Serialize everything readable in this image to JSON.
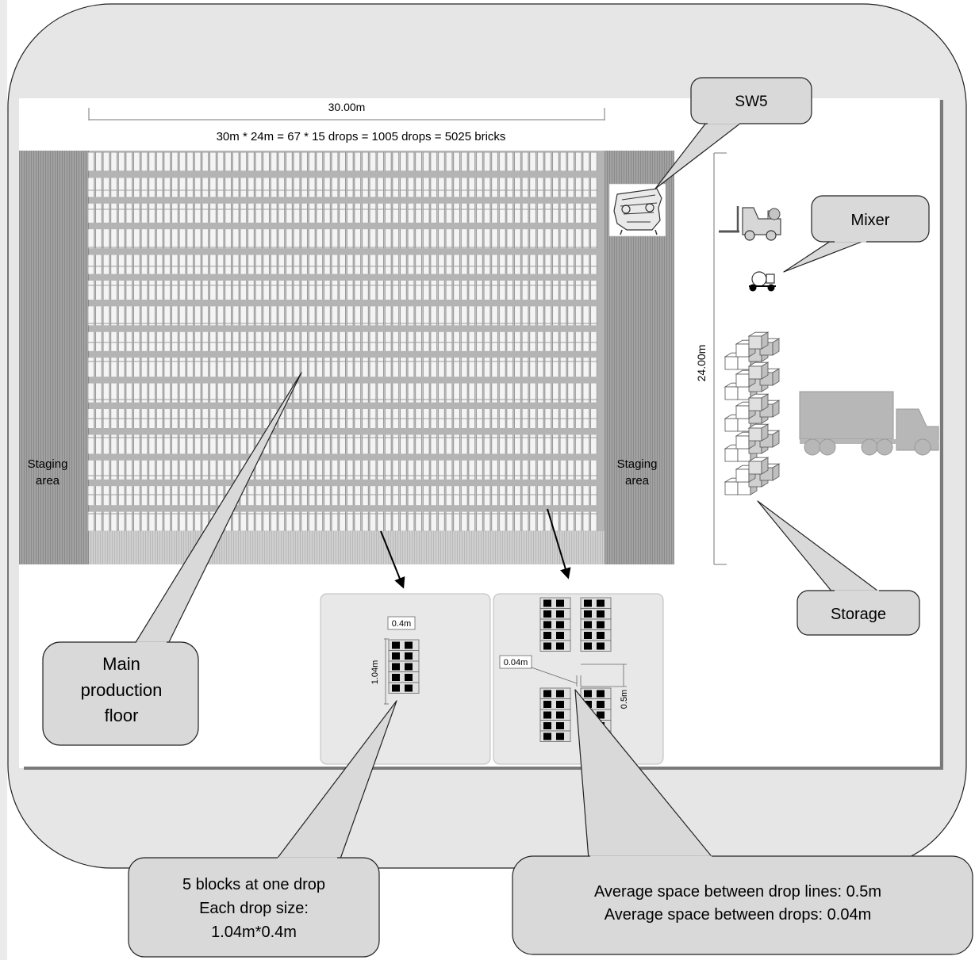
{
  "dimensions": {
    "width_label": "30.00m",
    "height_label": "24.00m",
    "formula": "30m * 24m = 67 * 15 drops = 1005 drops = 5025 bricks"
  },
  "areas": {
    "staging_left": [
      "Staging",
      "area"
    ],
    "staging_right": [
      "Staging",
      "area"
    ]
  },
  "detail_left": {
    "width_label": "0.4m",
    "height_label": "1.04m"
  },
  "detail_right": {
    "gap_label": "0.04m",
    "line_space_label": "0.5m"
  },
  "callouts": {
    "sw5": "SW5",
    "mixer": "Mixer",
    "storage": "Storage",
    "main_floor": [
      "Main",
      "production",
      "floor"
    ],
    "drop_info": [
      "5 blocks at one drop",
      "Each drop size:",
      "1.04m*0.4m"
    ],
    "spacing_info": [
      "Average space between drop lines: 0.5m",
      "Average space between drops: 0.04m"
    ]
  },
  "colors": {
    "frame_fill": "#e6e6e6",
    "staging_fill": "#8c8c8c",
    "floor_fill": "#b4b4b4",
    "callout_fill": "#d9d9d9",
    "block_fill": "#000000",
    "truck_fill": "#b7b7b7"
  },
  "floor_layout": {
    "drop_rows": 15,
    "drops_per_row": 67
  },
  "icons": [
    "sw5-machine-icon",
    "forklift-icon",
    "mixer-icon",
    "storage-stack-icon",
    "truck-icon"
  ]
}
